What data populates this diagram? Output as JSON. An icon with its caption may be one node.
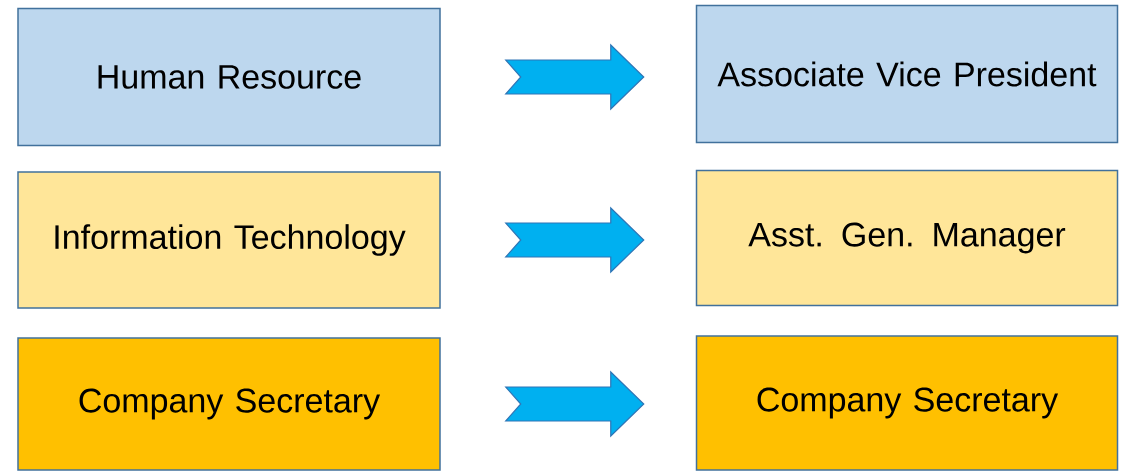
{
  "diagram": {
    "nodes": [
      {
        "text": [
          "Human Resource"
        ]
      },
      {
        "text": [
          "Associate Vice President"
        ]
      },
      {
        "text": [
          "Information Technology"
        ]
      },
      {
        "text": [
          "Asst. Gen. Manager"
        ]
      },
      {
        "text": [
          "Company Secretary"
        ]
      },
      {
        "text": [
          "Company Secretary"
        ]
      }
    ],
    "edges": [
      {
        "from": 0,
        "to": 1,
        "arrow": "to"
      },
      {
        "from": 2,
        "to": 3,
        "arrow": "to"
      },
      {
        "from": 4,
        "to": 5,
        "arrow": "to"
      }
    ]
  }
}
